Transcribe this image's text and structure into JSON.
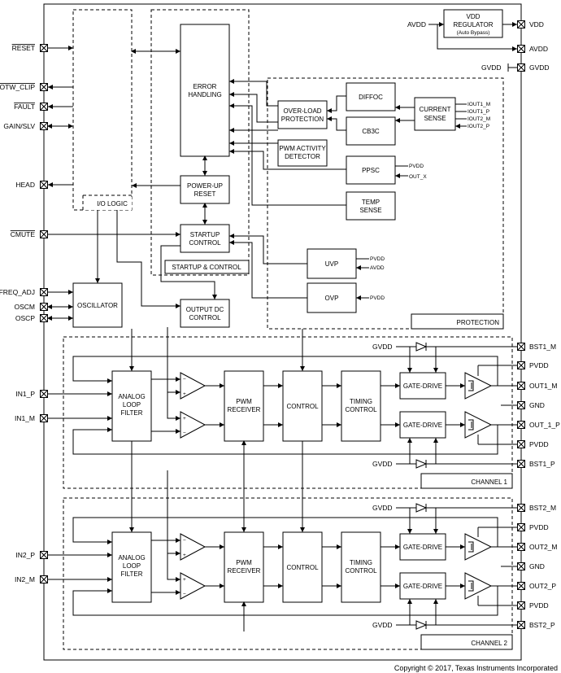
{
  "pins_left": {
    "reset": "RESET",
    "otw_clip": "OTW_CLIP",
    "fault": "FAULT",
    "gain_slv": "GAIN/SLV",
    "head": "HEAD",
    "cmute": "CMUTE",
    "freq_adj": "FREQ_ADJ",
    "oscm": "OSCM",
    "oscp": "OSCP",
    "in1_p": "IN1_P",
    "in1_m": "IN1_M",
    "in2_p": "IN2_P",
    "in2_m": "IN2_M"
  },
  "pins_right": {
    "vdd": "VDD",
    "avdd": "AVDD",
    "gvdd": "GVDD",
    "bst1_m": "BST1_M",
    "pvdd_1a": "PVDD",
    "out1_m": "OUT1_M",
    "gnd_1": "GND",
    "out1_p": "OUT_1_P",
    "pvdd_1b": "PVDD",
    "bst1_p": "BST1_P",
    "bst2_m": "BST2_M",
    "pvdd_2a": "PVDD",
    "out2_m": "OUT2_M",
    "gnd_2": "GND",
    "out2_p": "OUT2_P",
    "pvdd_2b": "PVDD",
    "bst2_p": "BST2_P"
  },
  "labels": {
    "avdd_in": "AVDD",
    "gvdd_in": "GVDD",
    "gvdd_1a": "GVDD",
    "gvdd_1b": "GVDD",
    "gvdd_2a": "GVDD",
    "gvdd_2b": "GVDD",
    "iout1_m": "IOUT1_M",
    "iout1_p": "IOUT1_P",
    "iout2_m": "IOUT2_M",
    "iout2_p": "IOUT2_P",
    "ppsc_pvdd": "PVDD",
    "ppsc_outx": "OUT_X",
    "uvp_pvdd": "PVDD",
    "uvp_avdd": "AVDD",
    "ovp_pvdd": "PVDD"
  },
  "blocks": {
    "vdd_reg": [
      "VDD",
      "REGULATOR",
      "(Auto Bypass)"
    ],
    "error": [
      "ERROR",
      "HANDLING"
    ],
    "io_logic": "I/O LOGIC",
    "powerup": [
      "POWER-UP",
      "RESET"
    ],
    "startup": [
      "STARTUP",
      "CONTROL"
    ],
    "startup_region": "STARTUP & CONTROL",
    "oscillator": "OSCILLATOR",
    "output_dc": [
      "OUTPUT DC",
      "CONTROL"
    ],
    "overload": [
      "OVER-LOAD",
      "PROTECTION"
    ],
    "diffoc": "DIFFOC",
    "cb3c": "CB3C",
    "current": [
      "CURRENT",
      "SENSE"
    ],
    "pwm_act": [
      "PWM ACTIVITY",
      "DETECTOR"
    ],
    "ppsc": "PPSC",
    "temp": [
      "TEMP",
      "SENSE"
    ],
    "uvp": "UVP",
    "ovp": "OVP",
    "protection_region": "PROTECTION",
    "alf": [
      "ANALOG",
      "LOOP",
      "FILTER"
    ],
    "pwm_rx": [
      "PWM",
      "RECEIVER"
    ],
    "control": "CONTROL",
    "timing": [
      "TIMING",
      "CONTROL"
    ],
    "gate": "GATE-DRIVE",
    "channel1": "CHANNEL 1",
    "channel2": "CHANNEL 2"
  },
  "copyright": "Copyright © 2017, Texas Instruments Incorporated"
}
